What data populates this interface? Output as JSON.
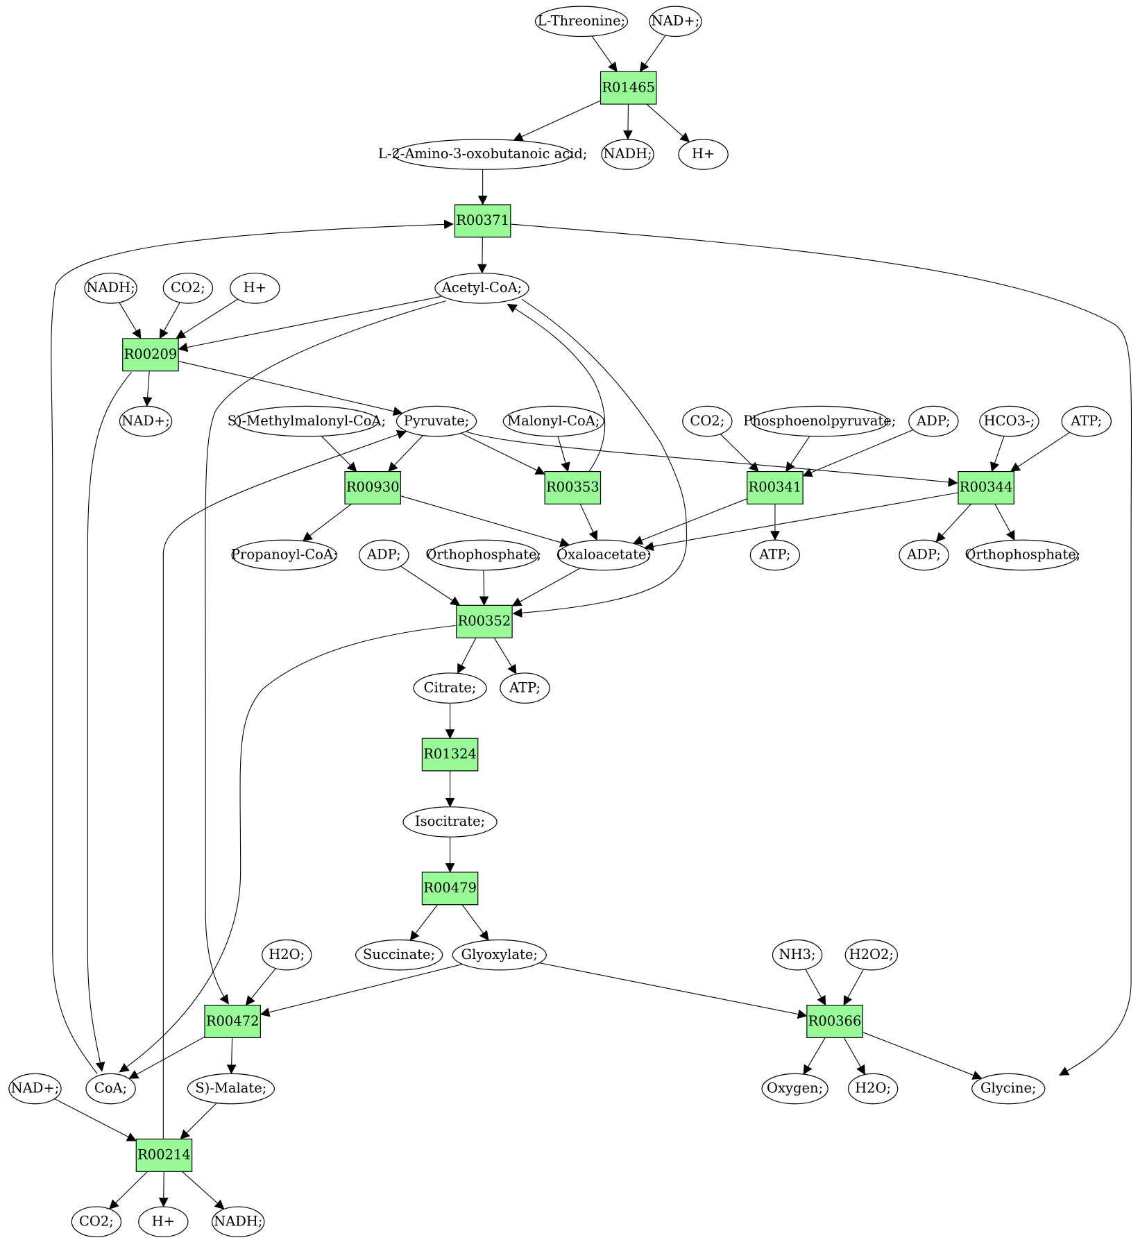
{
  "colors": {
    "reaction_fill": "#98fb98",
    "start_fill": "#00ee00",
    "end_fill": "#ffff00",
    "default_fill": "#ffffff",
    "stroke": "#000000"
  },
  "nodes": [
    {
      "id": "threonine",
      "kind": "compound",
      "label": "L-Threonine;",
      "role": "start"
    },
    {
      "id": "nad_top",
      "kind": "compound",
      "label": "NAD+;"
    },
    {
      "id": "R01465",
      "kind": "reaction",
      "label": "R01465"
    },
    {
      "id": "amino",
      "kind": "compound",
      "label": "L-2-Amino-3-oxobutanoic acid;"
    },
    {
      "id": "nadh_1",
      "kind": "compound",
      "label": "NADH;"
    },
    {
      "id": "h_1",
      "kind": "compound",
      "label": "H+"
    },
    {
      "id": "R00371",
      "kind": "reaction",
      "label": "R00371"
    },
    {
      "id": "nadh_2",
      "kind": "compound",
      "label": "NADH;"
    },
    {
      "id": "co2_2",
      "kind": "compound",
      "label": "CO2;"
    },
    {
      "id": "h_2",
      "kind": "compound",
      "label": "H+"
    },
    {
      "id": "acetylcoa",
      "kind": "compound",
      "label": "Acetyl-CoA;"
    },
    {
      "id": "R00209",
      "kind": "reaction",
      "label": "R00209"
    },
    {
      "id": "nad_2",
      "kind": "compound",
      "label": "NAD+;"
    },
    {
      "id": "methylmalonyl",
      "kind": "compound",
      "label": "S)-Methylmalonyl-CoA;"
    },
    {
      "id": "pyruvate",
      "kind": "compound",
      "label": "Pyruvate;"
    },
    {
      "id": "malonyl",
      "kind": "compound",
      "label": "Malonyl-CoA;"
    },
    {
      "id": "co2_3",
      "kind": "compound",
      "label": "CO2;"
    },
    {
      "id": "pep",
      "kind": "compound",
      "label": "Phosphoenolpyruvate;"
    },
    {
      "id": "adp_1",
      "kind": "compound",
      "label": "ADP;"
    },
    {
      "id": "hco3",
      "kind": "compound",
      "label": "HCO3-;"
    },
    {
      "id": "atp_1",
      "kind": "compound",
      "label": "ATP;"
    },
    {
      "id": "R00930",
      "kind": "reaction",
      "label": "R00930"
    },
    {
      "id": "R00353",
      "kind": "reaction",
      "label": "R00353"
    },
    {
      "id": "R00341",
      "kind": "reaction",
      "label": "R00341"
    },
    {
      "id": "R00344",
      "kind": "reaction",
      "label": "R00344"
    },
    {
      "id": "propanoyl",
      "kind": "compound",
      "label": "Propanoyl-CoA;"
    },
    {
      "id": "adp_2",
      "kind": "compound",
      "label": "ADP;"
    },
    {
      "id": "orthophos_1",
      "kind": "compound",
      "label": "Orthophosphate;"
    },
    {
      "id": "oxaloacetate",
      "kind": "compound",
      "label": "Oxaloacetate;"
    },
    {
      "id": "atp_2",
      "kind": "compound",
      "label": "ATP;"
    },
    {
      "id": "adp_3",
      "kind": "compound",
      "label": "ADP;"
    },
    {
      "id": "orthophos_2",
      "kind": "compound",
      "label": "Orthophosphate;"
    },
    {
      "id": "R00352",
      "kind": "reaction",
      "label": "R00352"
    },
    {
      "id": "citrate",
      "kind": "compound",
      "label": "Citrate;"
    },
    {
      "id": "atp_3",
      "kind": "compound",
      "label": "ATP;"
    },
    {
      "id": "R01324",
      "kind": "reaction",
      "label": "R01324"
    },
    {
      "id": "isocitrate",
      "kind": "compound",
      "label": "Isocitrate;"
    },
    {
      "id": "R00479",
      "kind": "reaction",
      "label": "R00479"
    },
    {
      "id": "succinate",
      "kind": "compound",
      "label": "Succinate;"
    },
    {
      "id": "glyoxylate",
      "kind": "compound",
      "label": "Glyoxylate;"
    },
    {
      "id": "h2o_1",
      "kind": "compound",
      "label": "H2O;"
    },
    {
      "id": "nh3",
      "kind": "compound",
      "label": "NH3;"
    },
    {
      "id": "h2o2",
      "kind": "compound",
      "label": "H2O2;"
    },
    {
      "id": "R00472",
      "kind": "reaction",
      "label": "R00472"
    },
    {
      "id": "R00366",
      "kind": "reaction",
      "label": "R00366"
    },
    {
      "id": "nad_3",
      "kind": "compound",
      "label": "NAD+;"
    },
    {
      "id": "coa",
      "kind": "compound",
      "label": "CoA;"
    },
    {
      "id": "malate",
      "kind": "compound",
      "label": "S)-Malate;"
    },
    {
      "id": "oxygen",
      "kind": "compound",
      "label": "Oxygen;"
    },
    {
      "id": "h2o_2",
      "kind": "compound",
      "label": "H2O;"
    },
    {
      "id": "glycine",
      "kind": "compound",
      "label": "Glycine;",
      "role": "end"
    },
    {
      "id": "R00214",
      "kind": "reaction",
      "label": "R00214"
    },
    {
      "id": "co2_4",
      "kind": "compound",
      "label": "CO2;"
    },
    {
      "id": "h_4",
      "kind": "compound",
      "label": "H+"
    },
    {
      "id": "nadh_4",
      "kind": "compound",
      "label": "NADH;"
    }
  ],
  "edges": [
    {
      "from": "threonine",
      "to": "R01465"
    },
    {
      "from": "nad_top",
      "to": "R01465"
    },
    {
      "from": "R01465",
      "to": "amino"
    },
    {
      "from": "R01465",
      "to": "nadh_1"
    },
    {
      "from": "R01465",
      "to": "h_1"
    },
    {
      "from": "amino",
      "to": "R00371"
    },
    {
      "from": "R00371",
      "to": "acetylcoa"
    },
    {
      "from": "R00371",
      "to": "glycine"
    },
    {
      "from": "coa",
      "to": "R00371"
    },
    {
      "from": "nadh_2",
      "to": "R00209"
    },
    {
      "from": "co2_2",
      "to": "R00209"
    },
    {
      "from": "h_2",
      "to": "R00209"
    },
    {
      "from": "acetylcoa",
      "to": "R00209"
    },
    {
      "from": "R00209",
      "to": "nad_2"
    },
    {
      "from": "R00209",
      "to": "pyruvate"
    },
    {
      "from": "R00209",
      "to": "coa"
    },
    {
      "from": "acetylcoa",
      "to": "R00472"
    },
    {
      "from": "acetylcoa",
      "to": "R00352"
    },
    {
      "from": "R00353",
      "to": "acetylcoa"
    },
    {
      "from": "methylmalonyl",
      "to": "R00930"
    },
    {
      "from": "pyruvate",
      "to": "R00930"
    },
    {
      "from": "pyruvate",
      "to": "R00353"
    },
    {
      "from": "pyruvate",
      "to": "R00344"
    },
    {
      "from": "malonyl",
      "to": "R00353"
    },
    {
      "from": "co2_3",
      "to": "R00341"
    },
    {
      "from": "pep",
      "to": "R00341"
    },
    {
      "from": "adp_1",
      "to": "R00341"
    },
    {
      "from": "hco3",
      "to": "R00344"
    },
    {
      "from": "atp_1",
      "to": "R00344"
    },
    {
      "from": "R00930",
      "to": "propanoyl"
    },
    {
      "from": "R00930",
      "to": "oxaloacetate"
    },
    {
      "from": "R00353",
      "to": "oxaloacetate"
    },
    {
      "from": "R00341",
      "to": "oxaloacetate"
    },
    {
      "from": "R00341",
      "to": "atp_2"
    },
    {
      "from": "R00344",
      "to": "oxaloacetate"
    },
    {
      "from": "R00344",
      "to": "adp_3"
    },
    {
      "from": "R00344",
      "to": "orthophos_2"
    },
    {
      "from": "adp_2",
      "to": "R00352"
    },
    {
      "from": "orthophos_1",
      "to": "R00352"
    },
    {
      "from": "oxaloacetate",
      "to": "R00352"
    },
    {
      "from": "R00352",
      "to": "citrate"
    },
    {
      "from": "R00352",
      "to": "atp_3"
    },
    {
      "from": "R00352",
      "to": "coa"
    },
    {
      "from": "citrate",
      "to": "R01324"
    },
    {
      "from": "R01324",
      "to": "isocitrate"
    },
    {
      "from": "isocitrate",
      "to": "R00479"
    },
    {
      "from": "R00479",
      "to": "succinate"
    },
    {
      "from": "R00479",
      "to": "glyoxylate"
    },
    {
      "from": "glyoxylate",
      "to": "R00472"
    },
    {
      "from": "glyoxylate",
      "to": "R00366"
    },
    {
      "from": "h2o_1",
      "to": "R00472"
    },
    {
      "from": "nh3",
      "to": "R00366"
    },
    {
      "from": "h2o2",
      "to": "R00366"
    },
    {
      "from": "R00472",
      "to": "coa"
    },
    {
      "from": "R00472",
      "to": "malate"
    },
    {
      "from": "R00366",
      "to": "oxygen"
    },
    {
      "from": "R00366",
      "to": "h2o_2"
    },
    {
      "from": "R00366",
      "to": "glycine"
    },
    {
      "from": "nad_3",
      "to": "R00214"
    },
    {
      "from": "malate",
      "to": "R00214"
    },
    {
      "from": "R00214",
      "to": "pyruvate"
    },
    {
      "from": "R00214",
      "to": "co2_4"
    },
    {
      "from": "R00214",
      "to": "h_4"
    },
    {
      "from": "R00214",
      "to": "nadh_4"
    }
  ]
}
